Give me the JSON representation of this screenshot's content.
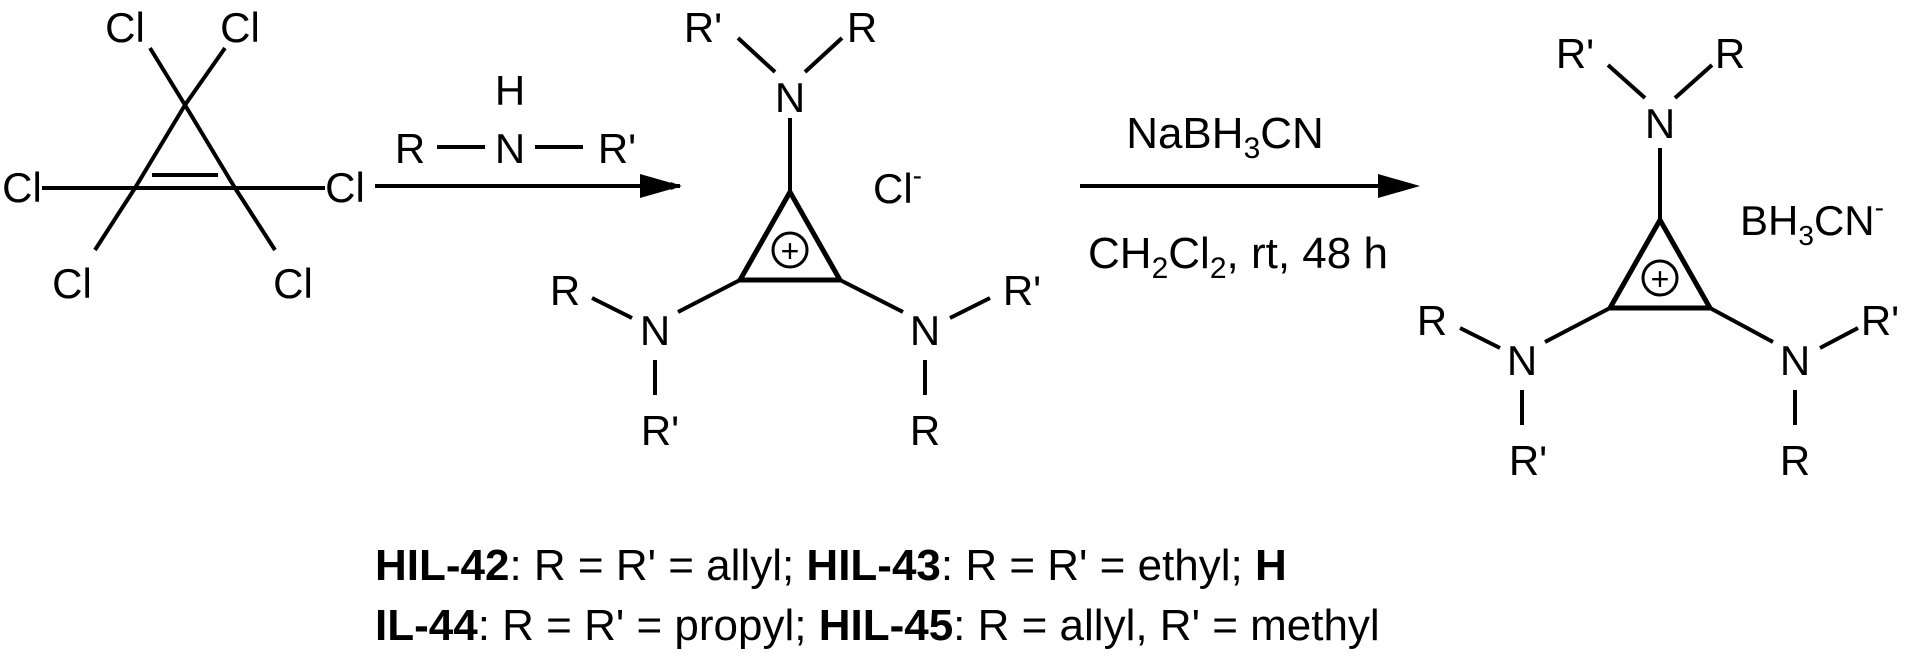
{
  "colors": {
    "ink": "#000000",
    "background": "#ffffff"
  },
  "starting_material": {
    "substituent": "Cl"
  },
  "step1": {
    "reagent_h": "H",
    "reagent_r": "R",
    "reagent_n": "N",
    "reagent_rp": "R'"
  },
  "intermediate": {
    "counterion": "Cl",
    "counterion_charge": "-",
    "nitrogen": "N",
    "r": "R",
    "rp": "R'",
    "charge_symbol": "+"
  },
  "step2": {
    "reagent_line1_a": "NaBH",
    "reagent_line1_sub": "3",
    "reagent_line1_b": "CN",
    "conditions_a": "CH",
    "conditions_sub1": "2",
    "conditions_b": "Cl",
    "conditions_sub2": "2",
    "conditions_c": ", rt, 48 h"
  },
  "product": {
    "counterion_a": "BH",
    "counterion_sub": "3",
    "counterion_b": "CN",
    "counterion_charge": "-",
    "nitrogen": "N",
    "r": "R",
    "rp": "R'",
    "charge_symbol": "+"
  },
  "caption": {
    "line1": [
      {
        "text": "HIL-42",
        "bold": true
      },
      {
        "text": ": R = R' = allyl; ",
        "bold": false
      },
      {
        "text": "HIL-43",
        "bold": true
      },
      {
        "text": ": R = R' = ethyl; ",
        "bold": false
      },
      {
        "text": "H",
        "bold": true
      }
    ],
    "line2": [
      {
        "text": "IL-44",
        "bold": true
      },
      {
        "text": ": R = R' = propyl; ",
        "bold": false
      },
      {
        "text": "HIL-45",
        "bold": true
      },
      {
        "text": ": R = allyl, R' = methyl",
        "bold": false
      }
    ]
  }
}
